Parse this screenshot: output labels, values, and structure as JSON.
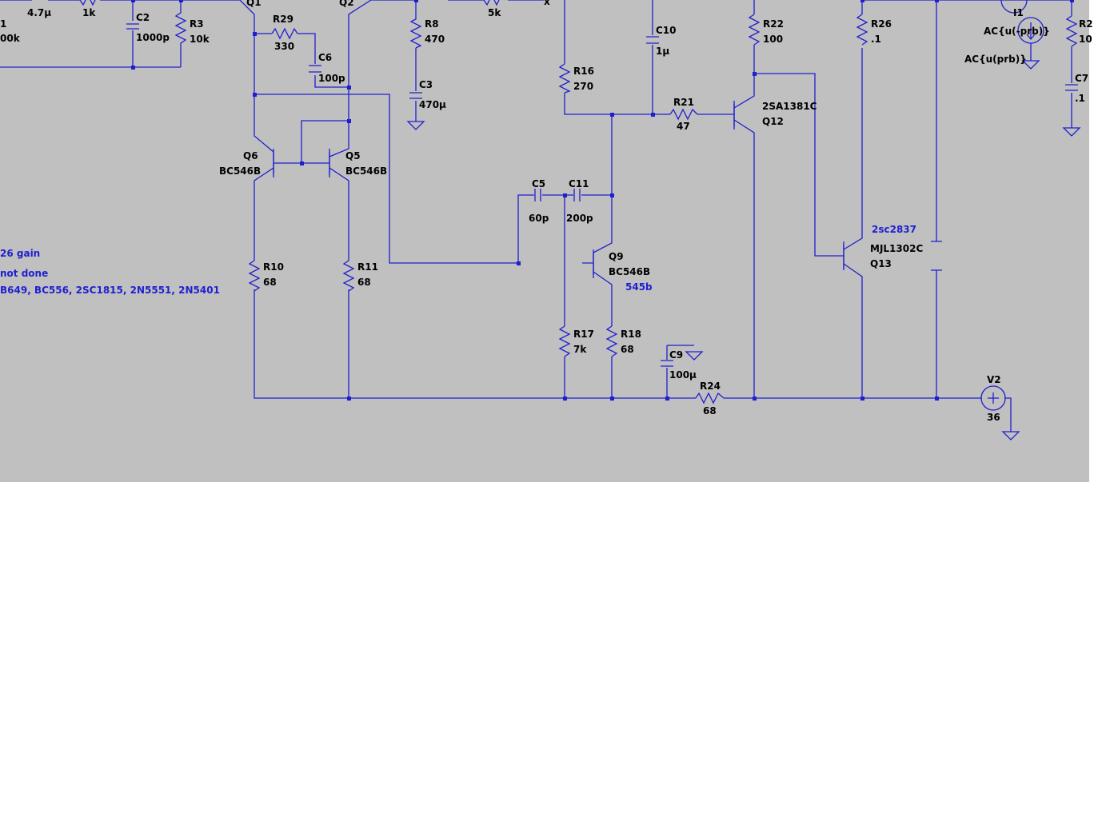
{
  "schematic": {
    "components": {
      "C1": {
        "value": "4.7μ"
      },
      "R1": {
        "value": "1k"
      },
      "R_in": {
        "name": "1",
        "value": "00k"
      },
      "C2": {
        "name": "C2",
        "value": "1000p"
      },
      "R3": {
        "name": "R3",
        "value": "10k"
      },
      "Q1": {
        "name": "Q1"
      },
      "Q2": {
        "name": "Q2"
      },
      "R29": {
        "name": "R29",
        "value": "330"
      },
      "C6": {
        "name": "C6",
        "value": "100p"
      },
      "R8": {
        "name": "R8",
        "value": "470"
      },
      "C3": {
        "name": "C3",
        "value": "470μ"
      },
      "R5k": {
        "value": "5k"
      },
      "X": {
        "name": "x"
      },
      "Q6": {
        "name": "Q6",
        "model": "BC546B"
      },
      "Q5": {
        "name": "Q5",
        "model": "BC546B"
      },
      "R10": {
        "name": "R10",
        "value": "68"
      },
      "R11": {
        "name": "R11",
        "value": "68"
      },
      "R16": {
        "name": "R16",
        "value": "270"
      },
      "C10": {
        "name": "C10",
        "value": "1μ"
      },
      "R21": {
        "name": "R21",
        "value": "47"
      },
      "C5": {
        "name": "C5",
        "value": "60p"
      },
      "C11": {
        "name": "C11",
        "value": "200p"
      },
      "Q9": {
        "name": "Q9",
        "model": "BC546B",
        "note": "545b"
      },
      "R17": {
        "name": "R17",
        "value": "7k"
      },
      "R18": {
        "name": "R18",
        "value": "68"
      },
      "C9": {
        "name": "C9",
        "value": "100μ"
      },
      "R24": {
        "name": "R24",
        "value": "68"
      },
      "R22": {
        "name": "R22",
        "value": "100"
      },
      "Q12": {
        "name": "Q12",
        "model": "2SA1381C"
      },
      "Q13": {
        "name": "Q13",
        "model": "MJL1302C",
        "note": "2sc2837"
      },
      "R26": {
        "name": "R26",
        "value": ".1"
      },
      "I1": {
        "name": "I1",
        "expr1": "AC{u(-prb)}",
        "expr2": "AC{u(prb)}"
      },
      "R27": {
        "name": "R2",
        "value": "10"
      },
      "C7": {
        "name": "C7",
        "value": ".1"
      },
      "V2": {
        "name": "V2",
        "value": "36"
      }
    },
    "notes": [
      "26 gain",
      "not done",
      "B649, BC556, 2SC1815, 2N5551, 2N5401"
    ],
    "colors": {
      "wire": "#1f1fd0",
      "background": "#c0c0c0",
      "text": "#000000"
    }
  }
}
